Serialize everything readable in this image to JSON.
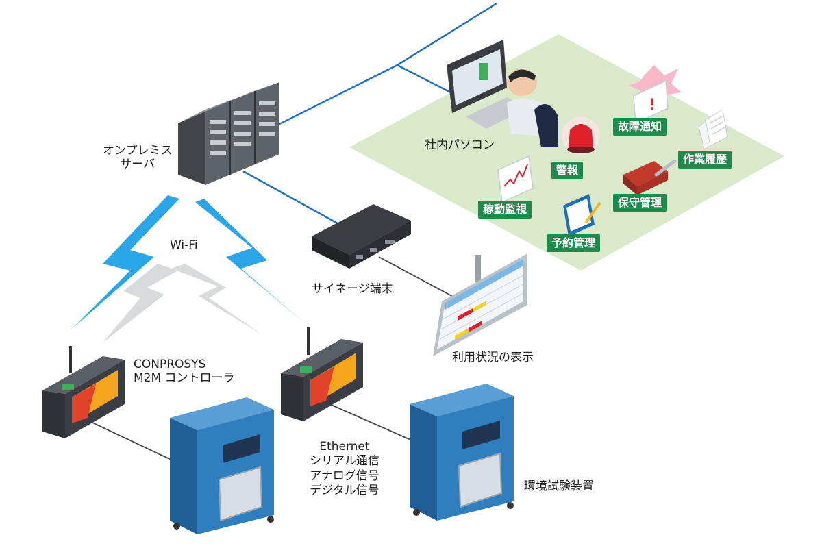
{
  "labels": {
    "server": "オンプレミス\nサーバ",
    "wifi": "Wi-Fi",
    "signage": "サイネージ端末",
    "office_pc": "社内パソコン",
    "display": "利用状況の表示",
    "controller": "CONPROSYS\nM2M コントローラ",
    "connection": "Ethernet\nシリアル通信\nアナログ信号\nデジタル信号",
    "chamber": "環境試験装置"
  },
  "functions": {
    "alarm": "警報",
    "failure_notice": "故障通知",
    "work_history": "作業履歴",
    "maintenance": "保守管理",
    "monitoring": "稼動監視",
    "reservation": "予約管理"
  },
  "colors": {
    "network_line": "#1f6fb8",
    "cable_line": "#444444",
    "office_area": "#d9e9c9",
    "function_tag": "#1f8a4c",
    "wifi_bolt": "#2aa6e8",
    "wifi_bolt_shadow": "#d8dadc",
    "chamber_body": "#2f7fbf",
    "server_body": "#5f646a"
  }
}
